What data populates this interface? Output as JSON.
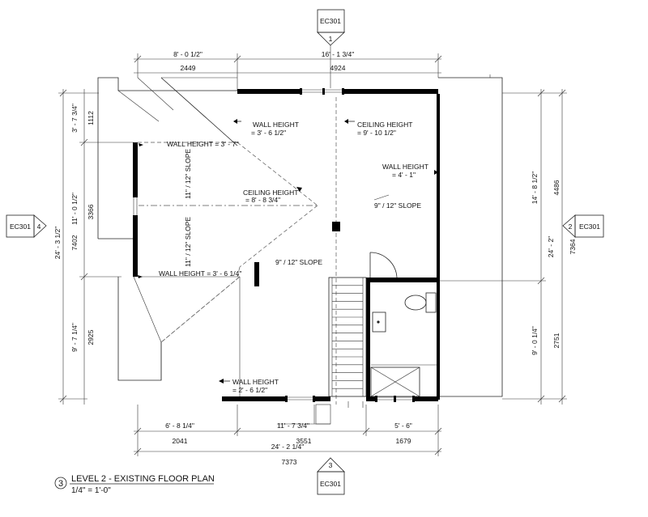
{
  "sheet": {
    "title_number": "3",
    "title": "LEVEL 2 - EXISTING FLOOR PLAN",
    "scale": "1/4\" = 1'-0\""
  },
  "section_tags": {
    "top": {
      "sheet": "EC301",
      "number": "1"
    },
    "bottom": {
      "sheet": "EC301",
      "number": "3"
    },
    "left": {
      "sheet": "EC301",
      "number": "4"
    },
    "right": {
      "sheet": "EC301",
      "number": "2"
    }
  },
  "dimensions": {
    "top_left_imperial": "8' - 0 1/2\"",
    "top_left_metric": "2449",
    "top_right_imperial": "16' - 1 3/4\"",
    "top_right_metric": "4924",
    "left_seg1_imperial": "3' - 7 3/4\"",
    "left_seg1_metric": "1112",
    "left_seg2_imperial": "11' - 0 1/2\"",
    "left_seg2_metric": "3366",
    "left_seg3_imperial": "9' - 7 1/4\"",
    "left_seg3_metric": "2925",
    "left_total_imperial": "24' - 3 1/2\"",
    "left_total_metric": "7402",
    "right_seg1_imperial": "14' - 8 1/2\"",
    "right_seg1_metric": "4486",
    "right_seg2_imperial": "9' - 0 1/4\"",
    "right_seg2_metric": "2751",
    "right_total_imperial": "24' - 2\"",
    "right_total_metric": "7364",
    "bottom_left_imperial": "6' - 8 1/4\"",
    "bottom_left_metric": "2041",
    "bottom_mid_imperial": "11' - 7 3/4\"",
    "bottom_mid_metric": "3551",
    "bottom_right_imperial": "5' - 6\"",
    "bottom_right_metric": "1679",
    "bottom_total_imperial": "24' - 2 1/4\"",
    "bottom_total_metric": "7373"
  },
  "notes": {
    "wall_height_1_a": "WALL HEIGHT",
    "wall_height_1_b": "= 3' - 6 1/2\"",
    "ceiling_height_1_a": "CEILING HEIGHT",
    "ceiling_height_1_b": "= 9' - 10 1/2\"",
    "wall_height_2": "WALL HEIGHT = 3' - 7\"",
    "wall_height_3_a": "WALL HEIGHT",
    "wall_height_3_b": "= 4' - 1\"",
    "ceiling_height_2_a": "CEILING HEIGHT",
    "ceiling_height_2_b": "= 8' - 8 3/4\"",
    "slope_9_right": "9\" / 12\" SLOPE",
    "slope_11_upper": "11\" / 12\" SLOPE",
    "slope_11_lower": "11\" / 12\" SLOPE",
    "slope_9_center": "9\" / 12\" SLOPE",
    "wall_height_4": "WALL HEIGHT = 3' - 6 1/4\"",
    "wall_height_5_a": "WALL HEIGHT",
    "wall_height_5_b": "= 2' - 6 1/2\""
  }
}
